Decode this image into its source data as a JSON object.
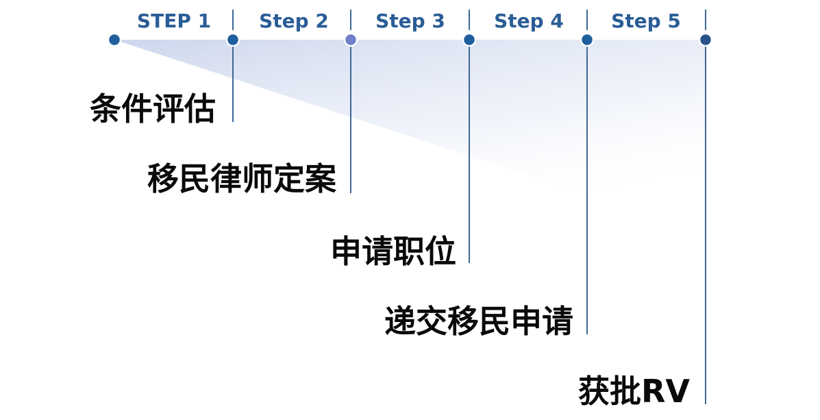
{
  "steps": [
    {
      "label": "STEP 1"
    },
    {
      "label": "Step 2"
    },
    {
      "label": "Step 3"
    },
    {
      "label": "Step 4"
    },
    {
      "label": "Step 5"
    }
  ],
  "stages": [
    {
      "label": "条件评估"
    },
    {
      "label": "移民律师定案"
    },
    {
      "label": "申请职位"
    },
    {
      "label": "递交移民申请"
    },
    {
      "label": "获批RV"
    }
  ],
  "colors": {
    "timeline_start": "#1e5189",
    "timeline_end": "#4f88c4",
    "node": "#1f5f9e",
    "node_accent": "#6f7fc8",
    "step_text": "#2a5d96",
    "stage_text": "#0a0a0a",
    "connector": "#3d6796",
    "shade": "#c7d2ea"
  }
}
